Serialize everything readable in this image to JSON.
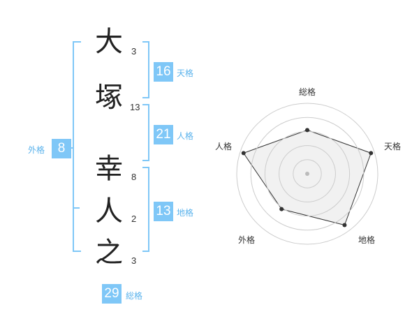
{
  "name": {
    "chars": [
      {
        "char": "大",
        "strokes": "3"
      },
      {
        "char": "塚",
        "strokes": "13"
      },
      {
        "char": "幸",
        "strokes": "8"
      },
      {
        "char": "人",
        "strokes": "2"
      },
      {
        "char": "之",
        "strokes": "3"
      }
    ]
  },
  "fortunes": {
    "tenkaku": {
      "value": "16",
      "label": "天格"
    },
    "jinkaku": {
      "value": "21",
      "label": "人格"
    },
    "chikaku": {
      "value": "13",
      "label": "地格"
    },
    "gaikaku": {
      "value": "8",
      "label": "外格"
    },
    "soukaku": {
      "value": "29",
      "label": "総格"
    }
  },
  "colors": {
    "accent": "#7fc7f7",
    "accent_text": "#5bb3ec",
    "radar_fill": "#eeeeee",
    "radar_ring": "#cccccc",
    "radar_line": "#333333"
  },
  "chart_data": {
    "type": "radar",
    "axes": [
      "総格",
      "天格",
      "地格",
      "外格",
      "人格"
    ],
    "values": [
      0.62,
      0.95,
      0.9,
      0.62,
      0.95
    ],
    "rings": 5,
    "range": [
      0,
      1
    ]
  }
}
